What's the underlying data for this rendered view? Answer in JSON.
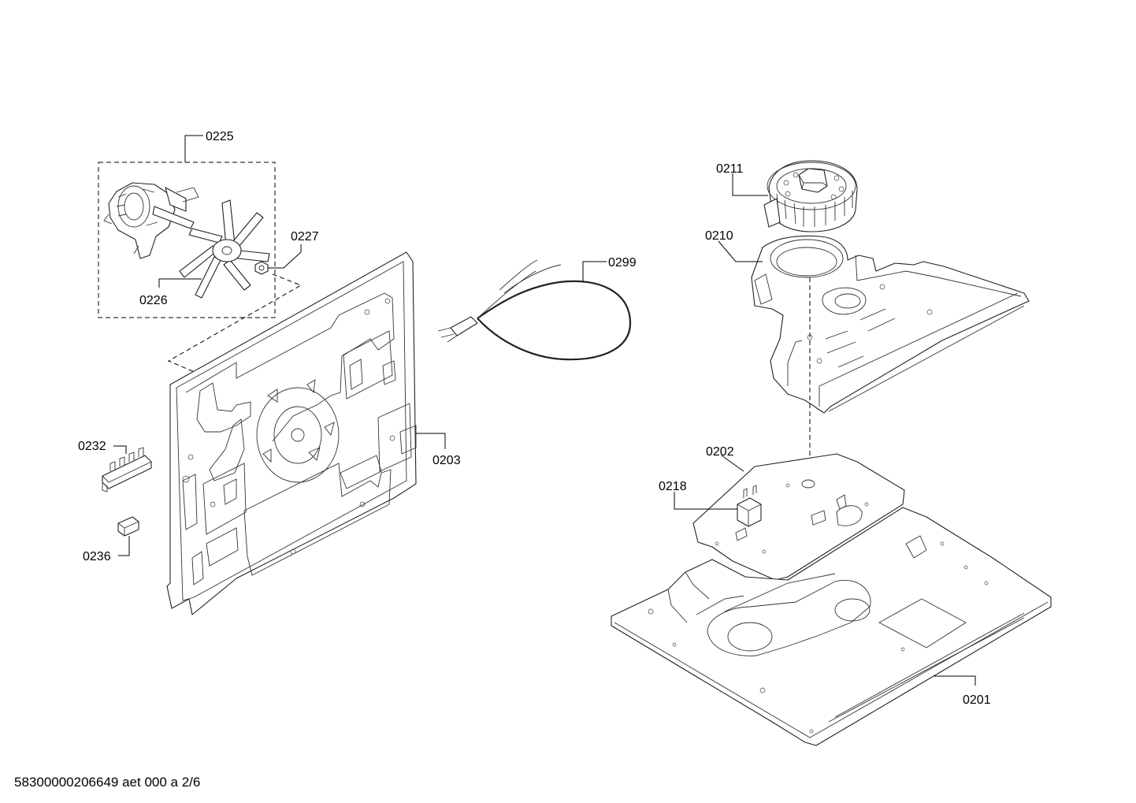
{
  "diagram": {
    "labels": {
      "p0225": "0225",
      "p0227": "0227",
      "p0226": "0226",
      "p0232": "0232",
      "p0236": "0236",
      "p0203": "0203",
      "p0299": "0299",
      "p0211": "0211",
      "p0210": "0210",
      "p0202": "0202",
      "p0218": "0218",
      "p0201": "0201"
    },
    "footer": "58300000206649 aet 000 a 2/6"
  }
}
